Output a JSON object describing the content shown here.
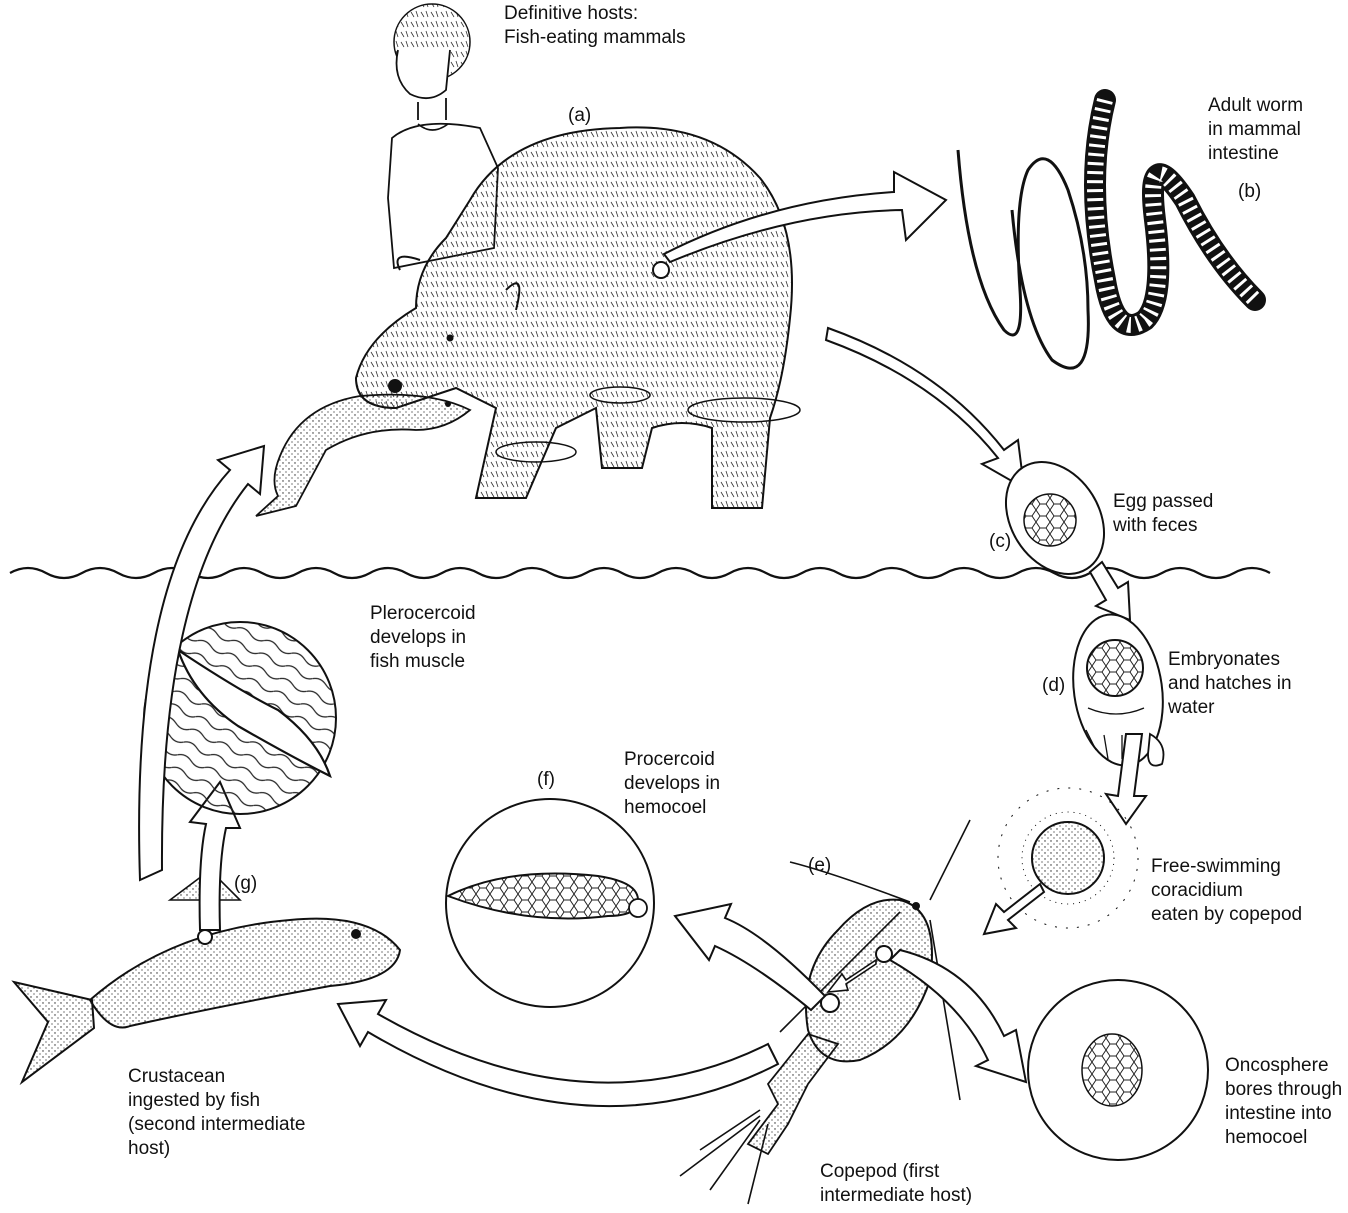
{
  "labels": {
    "definitive_hosts": [
      "Definitive hosts:",
      "Fish-eating mammals"
    ],
    "adult_worm": [
      "Adult worm",
      "in mammal",
      "intestine"
    ],
    "egg": [
      "Egg passed",
      "with feces"
    ],
    "embryonates": [
      "Embryonates",
      "and hatches in",
      "water"
    ],
    "coracidium": [
      "Free-swimming",
      "coracidium",
      "eaten by copepod"
    ],
    "oncosphere": [
      "Oncosphere",
      "bores through",
      "intestine into",
      "hemocoel"
    ],
    "copepod": [
      "Copepod (first",
      "intermediate host)"
    ],
    "procercoid": [
      "Procercoid",
      "develops in",
      "hemocoel"
    ],
    "plerocercoid": [
      "Plerocercoid",
      "develops in",
      "fish muscle"
    ],
    "crustacean": [
      "Crustacean",
      "ingested by fish",
      "(second intermediate",
      "host)"
    ]
  },
  "stage_tags": {
    "a": "(a)",
    "b": "(b)",
    "c": "(c)",
    "d": "(d)",
    "e": "(e)",
    "f": "(f)",
    "g": "(g)"
  },
  "colors": {
    "ink": "#111111",
    "background": "#ffffff"
  }
}
